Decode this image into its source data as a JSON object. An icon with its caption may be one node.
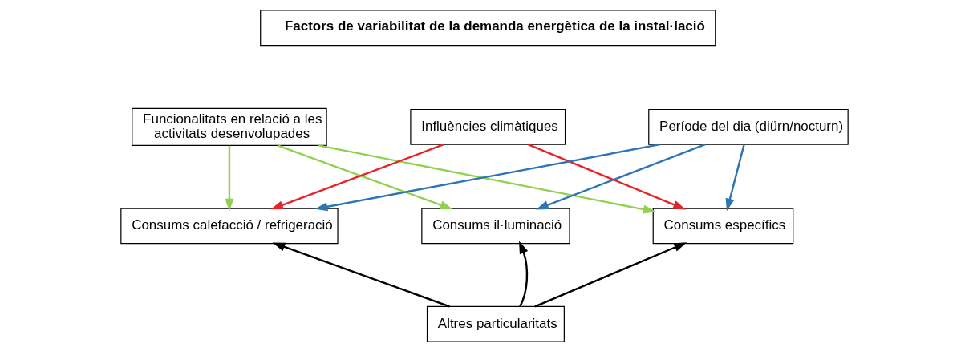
{
  "diagram": {
    "nodes": [
      {
        "text": [
          "Factors de variabilitat de la demanda energètica de la instal·lació"
        ]
      },
      {
        "text": [
          "Funcionalitats en relació a les activitats desenvolupades"
        ]
      },
      {
        "text": [
          "Influències climàtiques"
        ]
      },
      {
        "text": [
          "Període del dia (diürn/nocturn)"
        ]
      },
      {
        "text": [
          "Consums calefacció / refrigeració"
        ]
      },
      {
        "text": [
          "Consums il·luminació"
        ]
      },
      {
        "text": [
          "Consums específics"
        ]
      },
      {
        "text": [
          "Altres particularitats"
        ]
      }
    ],
    "edges": [
      {
        "from": 1,
        "to": 4,
        "arrow": "to",
        "color": "#92d050"
      },
      {
        "from": 1,
        "to": 5,
        "arrow": "to",
        "color": "#92d050"
      },
      {
        "from": 1,
        "to": 6,
        "arrow": "to",
        "color": "#92d050"
      },
      {
        "from": 2,
        "to": 4,
        "arrow": "to",
        "color": "#e3262b"
      },
      {
        "from": 2,
        "to": 6,
        "arrow": "to",
        "color": "#e3262b"
      },
      {
        "from": 3,
        "to": 4,
        "arrow": "to",
        "color": "#2e75b6"
      },
      {
        "from": 3,
        "to": 5,
        "arrow": "to",
        "color": "#2e75b6"
      },
      {
        "from": 3,
        "to": 6,
        "arrow": "to",
        "color": "#2e75b6"
      },
      {
        "from": 7,
        "to": 4,
        "arrow": "to",
        "color": "#000000"
      },
      {
        "from": 7,
        "to": 5,
        "arrow": "to",
        "color": "#000000"
      },
      {
        "from": 7,
        "to": 6,
        "arrow": "to",
        "color": "#000000"
      }
    ]
  }
}
